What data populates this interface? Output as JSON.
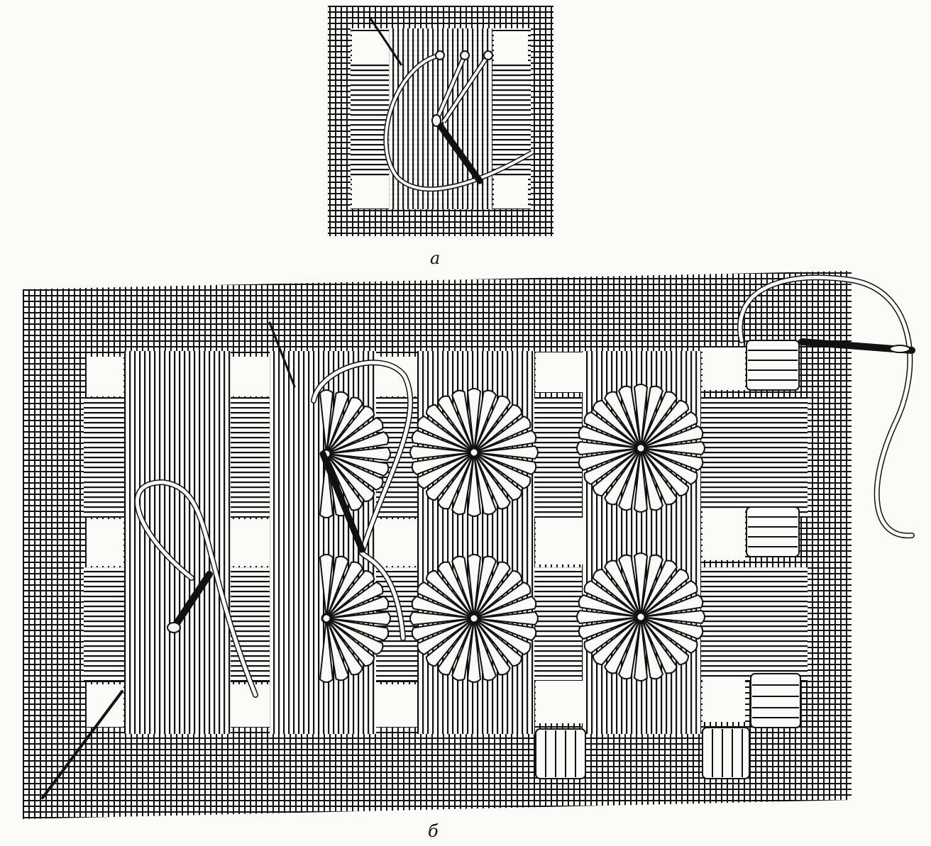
{
  "figures": [
    {
      "id": "a",
      "label": "а"
    },
    {
      "id": "b",
      "label": "б"
    }
  ],
  "colors": {
    "ink": "#111111",
    "paper": "#fbfbf9"
  },
  "icons": [
    "needle-icon",
    "thread-icon"
  ]
}
